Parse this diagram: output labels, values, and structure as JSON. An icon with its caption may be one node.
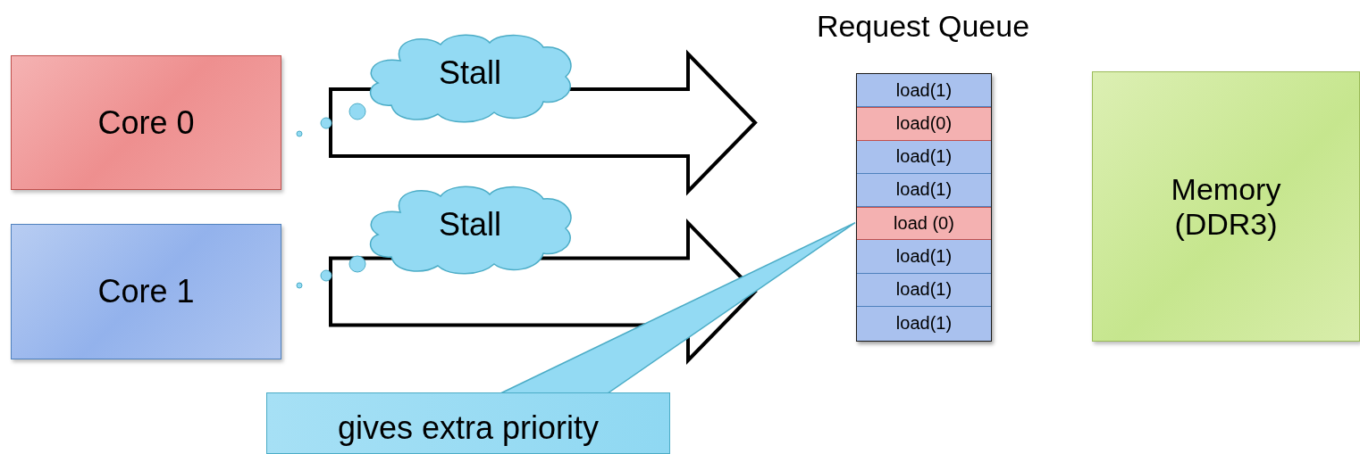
{
  "diagram": {
    "nodes": [
      {
        "text": [
          "Core 0"
        ]
      },
      {
        "text": [
          "Core 1"
        ]
      },
      {
        "text": [
          "Stall"
        ]
      },
      {
        "text": [
          "Stall"
        ]
      },
      {
        "text": [
          "Request Queue"
        ]
      },
      {
        "text": [
          "load(1)"
        ],
        "in": 4
      },
      {
        "text": [
          "load(0)"
        ],
        "in": 4
      },
      {
        "text": [
          "load(1)"
        ],
        "in": 4
      },
      {
        "text": [
          "load(1)"
        ],
        "in": 4
      },
      {
        "text": [
          "load (0)"
        ],
        "in": 4
      },
      {
        "text": [
          "load(1)"
        ],
        "in": 4
      },
      {
        "text": [
          "load(1)"
        ],
        "in": 4
      },
      {
        "text": [
          "load(1)"
        ],
        "in": 4
      },
      {
        "text": [
          "Memory (DDR3)"
        ]
      },
      {
        "text": [
          "gives extra priority"
        ]
      }
    ],
    "edges": [
      {
        "from": 0,
        "to": 4,
        "arrow": "to"
      },
      {
        "from": 1,
        "to": 4,
        "arrow": "to"
      },
      {
        "from": 14,
        "to": 9,
        "arrow": "none"
      }
    ]
  }
}
